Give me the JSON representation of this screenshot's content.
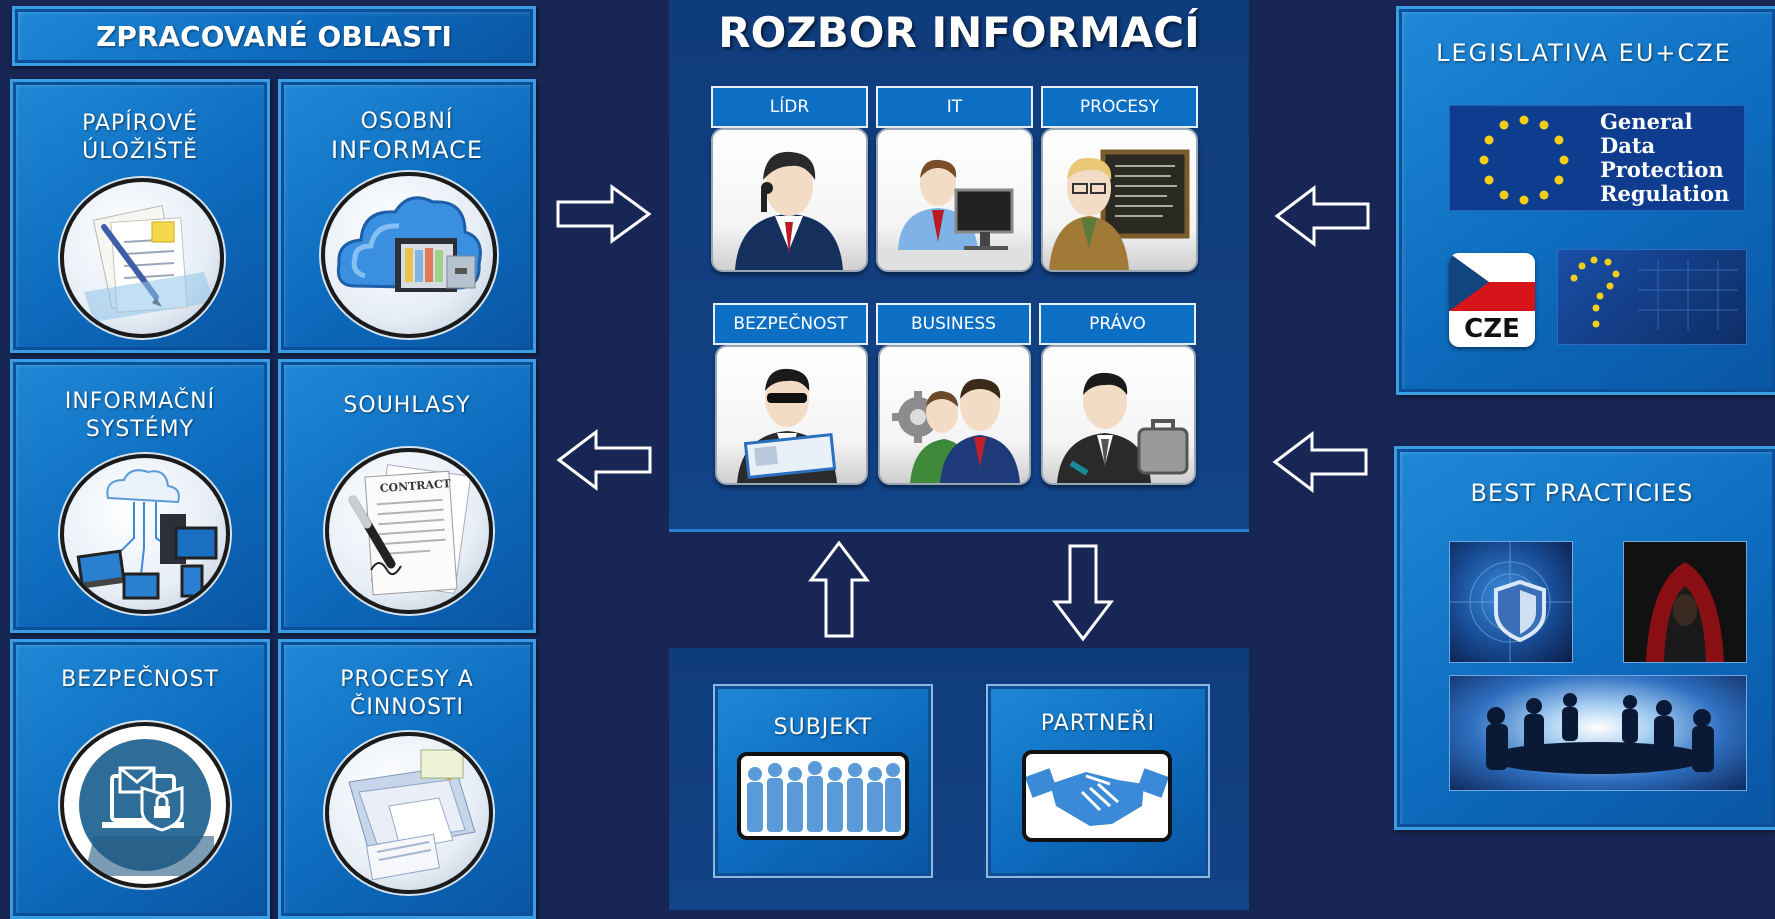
{
  "left_section": {
    "header": "ZPRACOVANÉ OBLASTI",
    "tiles": [
      {
        "title_lines": [
          "PAPÍROVÉ",
          "ÚLOŽIŠTĚ"
        ],
        "icon": "paper-pen-icon"
      },
      {
        "title_lines": [
          "OSOBNÍ",
          "INFORMACE"
        ],
        "icon": "cloud-file-cabinet-icon"
      },
      {
        "title_lines": [
          "INFORMAČNÍ",
          "SYSTÉMY"
        ],
        "icon": "cloud-network-computers-icon"
      },
      {
        "title_lines": [
          "SOUHLASY"
        ],
        "icon": "contract-pen-icon"
      },
      {
        "title_lines": [
          "BEZPEČNOST"
        ],
        "icon": "laptop-lock-mail-icon"
      },
      {
        "title_lines": [
          "PROCESY A",
          "ČINNOSTI"
        ],
        "icon": "document-processing-icon"
      }
    ]
  },
  "center_section": {
    "title": "ROZBOR INFORMACÍ",
    "roles": [
      {
        "label": "LÍDR",
        "icon": "leader-person-icon"
      },
      {
        "label": "IT",
        "icon": "it-person-computer-icon"
      },
      {
        "label": "PROCESY",
        "icon": "teacher-blackboard-icon"
      },
      {
        "label": "BEZPEČNOST",
        "icon": "security-agent-icon"
      },
      {
        "label": "BUSINESS",
        "icon": "business-people-gears-icon"
      },
      {
        "label": "PRÁVO",
        "icon": "lawyer-briefcase-icon"
      }
    ],
    "bottom_boxes": [
      {
        "label": "SUBJEKT",
        "icon": "people-crowd-icon"
      },
      {
        "label": "PARTNEŘI",
        "icon": "handshake-icon"
      }
    ]
  },
  "right_section": {
    "legislation": {
      "title": "LEGISLATIVA EU+CZE",
      "gdpr_lines": [
        "General",
        "Data",
        "Protection",
        "Regulation"
      ],
      "country_badge": "CZE"
    },
    "best_practices": {
      "title": "BEST PRACTICIES"
    }
  },
  "colors": {
    "background": "#172654",
    "tile_blue": "#0d6bbd",
    "panel_navy": "#123f80",
    "eu_blue": "#0e3c8e",
    "eu_star": "#f4cf1a"
  }
}
